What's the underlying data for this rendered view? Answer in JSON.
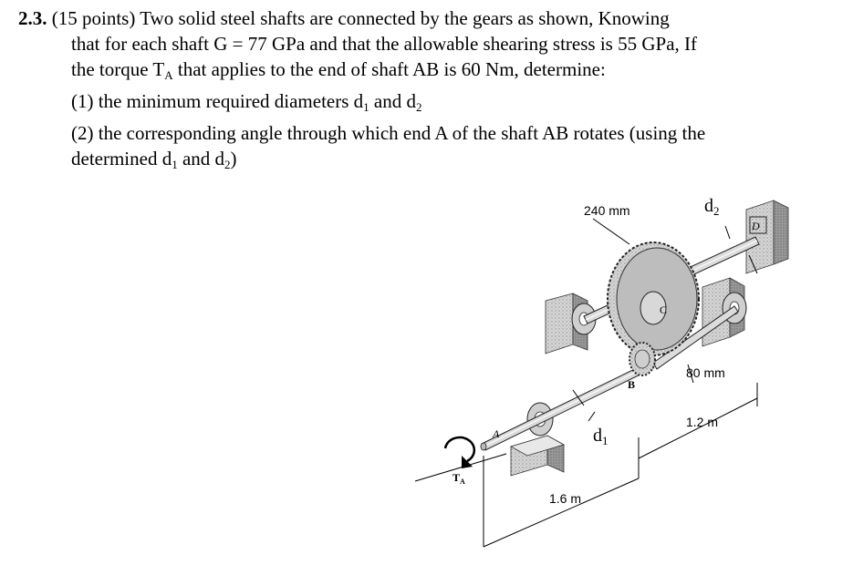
{
  "problem": {
    "number": "2.3.",
    "line1": "(15 points) Two solid steel shafts are connected by the gears as shown, Knowing",
    "line2": "that for each shaft G = 77 GPa and that the allowable shearing stress is 55 GPa, If",
    "line3_a": "the torque T",
    "line3_sub": "A",
    "line3_b": " that applies to the end of shaft AB is 60 Nm, determine:",
    "line4_a": "(1) the minimum required diameters d",
    "line4_sub1": "1",
    "line4_mid": " and d",
    "line4_sub2": "2",
    "line5": "(2) the corresponding angle through which end A of the shaft AB rotates (using the",
    "line6_a": "determined d",
    "line6_sub1": "1",
    "line6_mid": " and d",
    "line6_sub2": "2",
    "line6_end": ")"
  },
  "figure": {
    "label_240": "240 mm",
    "label_80": "80 mm",
    "label_d2": "d",
    "label_d2_sub": "2",
    "label_d1": "d",
    "label_d1_sub": "1",
    "label_12m": "1.2 m",
    "label_16m": "1.6 m",
    "point_A": "A",
    "point_B": "B",
    "point_C": "C",
    "point_D": "D",
    "torque_T": "T",
    "torque_sub": "A"
  }
}
